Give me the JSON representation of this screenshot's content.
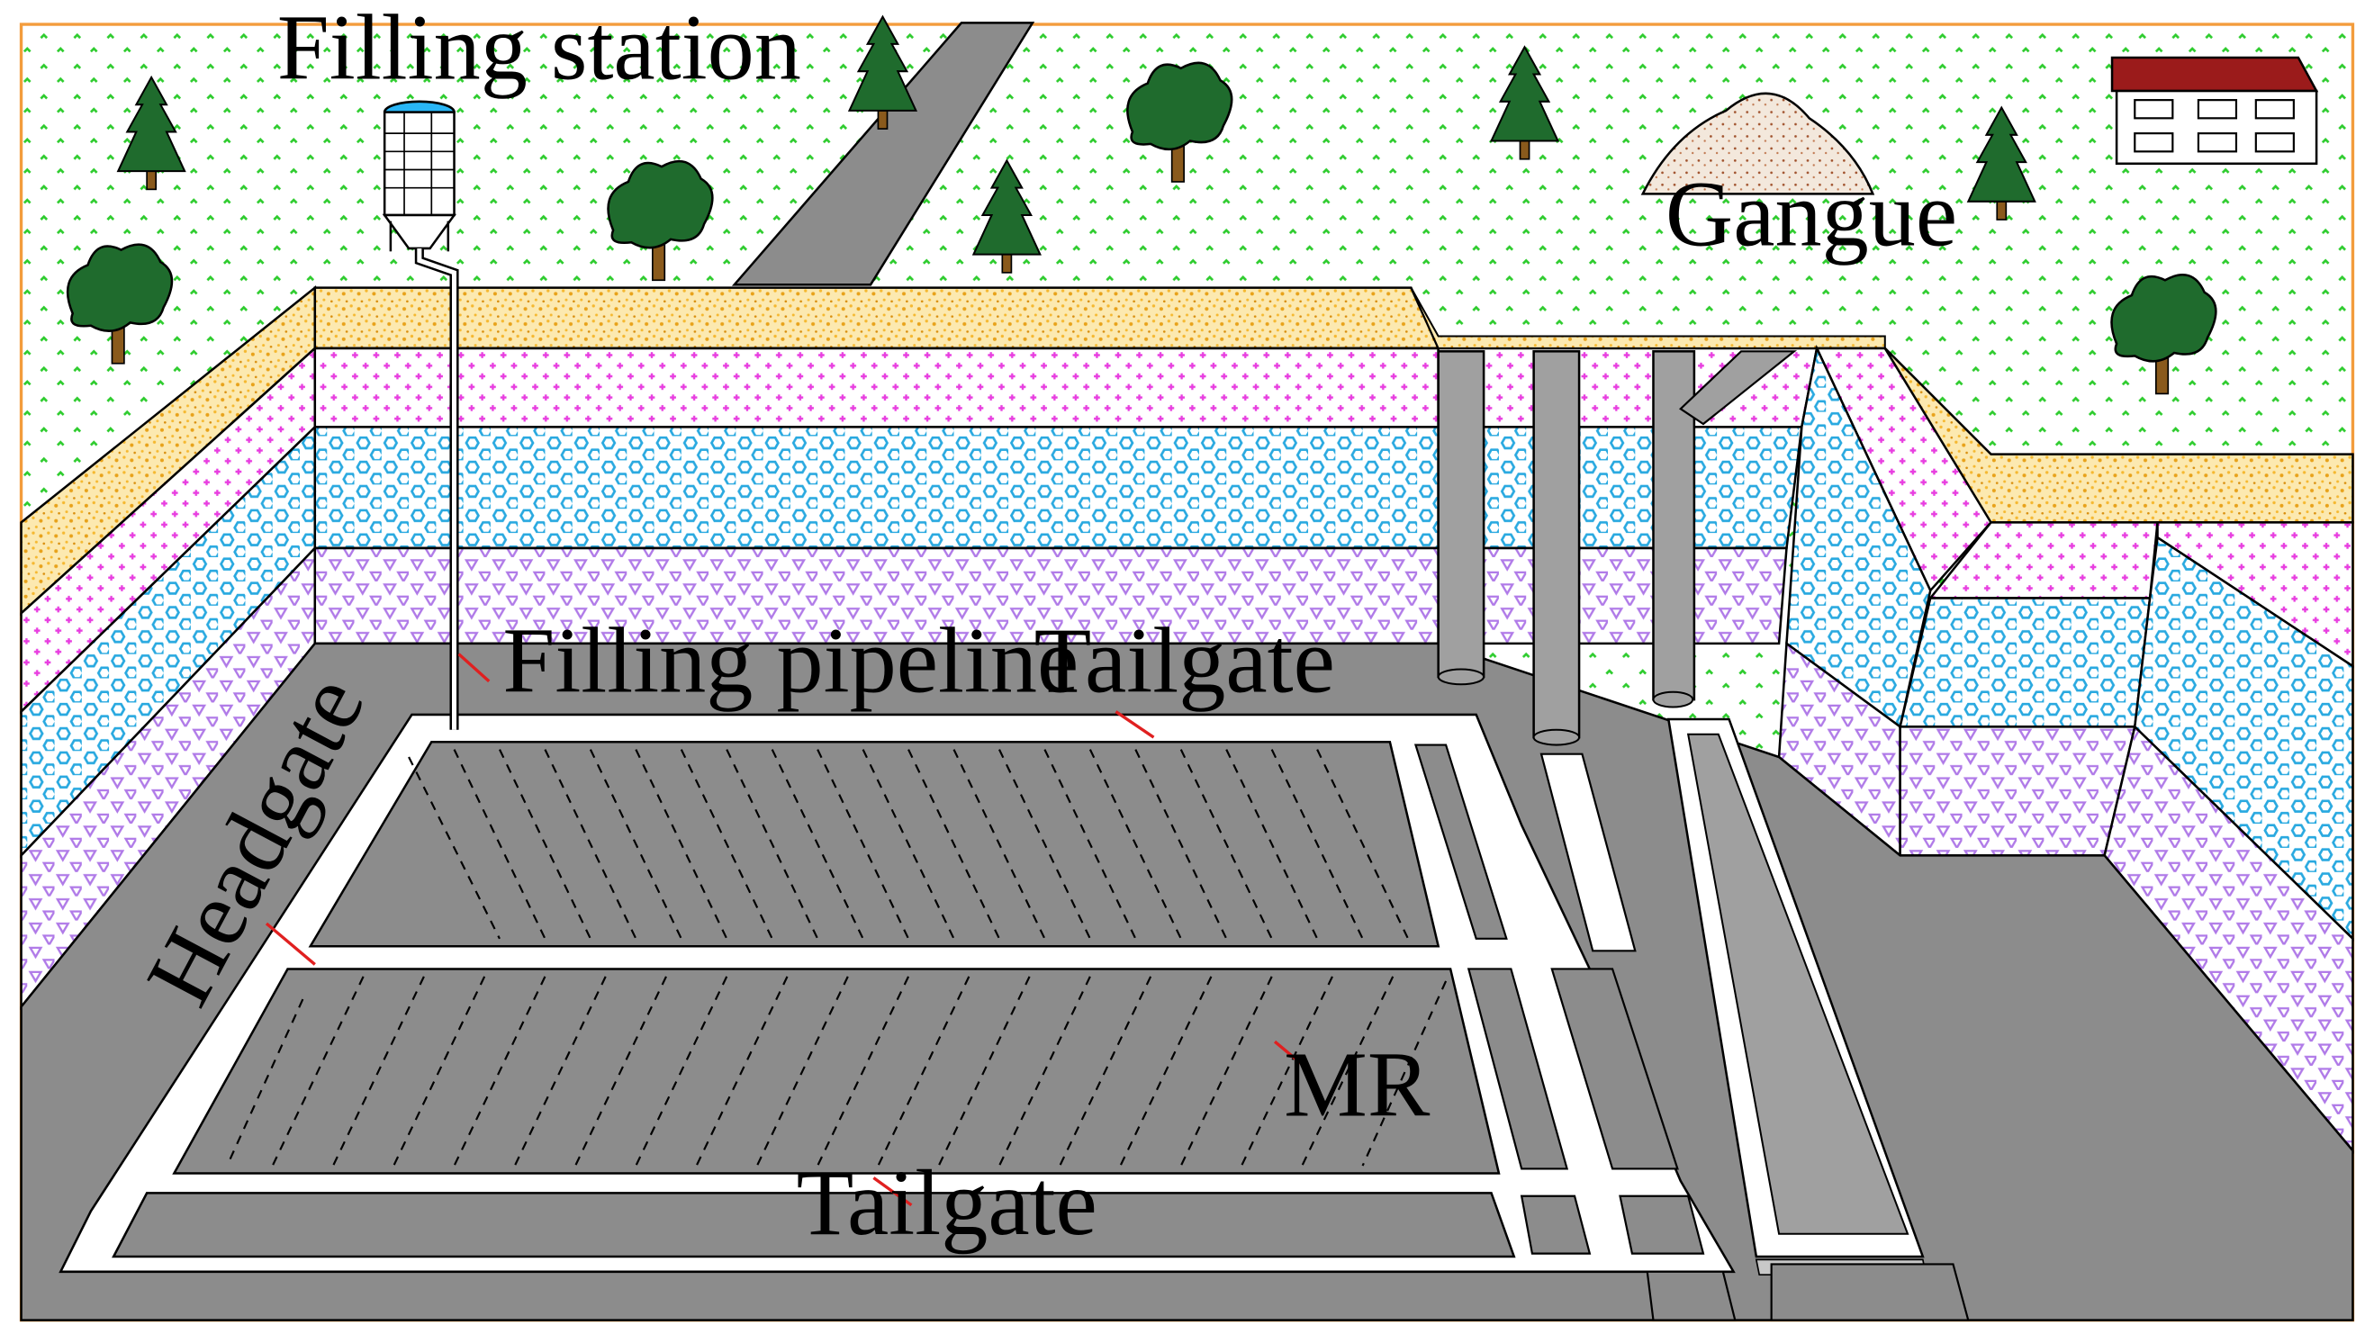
{
  "labels": {
    "filling_station": "Filling station",
    "gangue": "Gangue",
    "filling_pipeline": "Filling pipeline",
    "tailgate_top": "Tailgate",
    "headgate": "Headgate",
    "mr": "MR",
    "tailgate_bottom": "Tailgate"
  },
  "colors": {
    "frame": "#f39c3c",
    "grass_dots": "#2ecc2e",
    "sand_layer": "#f5b830",
    "pink_layer": "#e83ee0",
    "blue_layer": "#29a9e0",
    "violet_layer": "#b07ae8",
    "floor": "#8c8c8c",
    "roadway": "#ffffff",
    "shaft": "#a0a0a0",
    "tree": "#1f6b2d",
    "trunk": "#8a5a1c",
    "roof": "#9b1b1b",
    "water": "#29b6f6",
    "leader": "#e02020"
  },
  "icons": [
    "silo-icon",
    "deciduous-tree-icon",
    "pine-tree-icon",
    "gangue-pile-icon",
    "building-icon",
    "shaft-icon"
  ]
}
